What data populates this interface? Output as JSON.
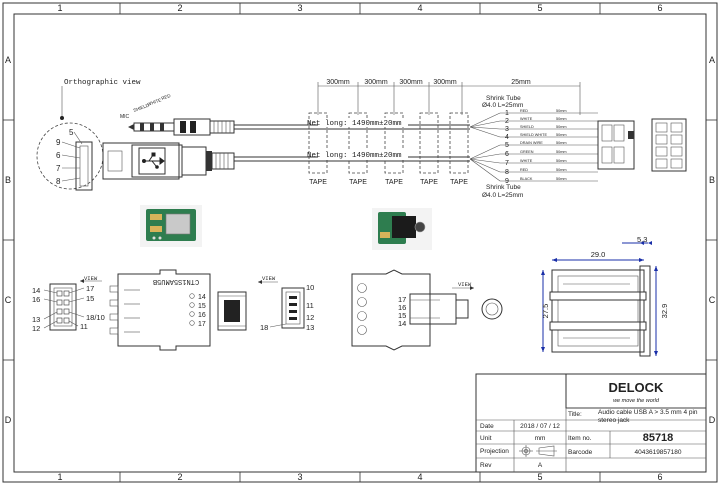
{
  "frame": {
    "col_labels": [
      "1",
      "2",
      "3",
      "4",
      "5",
      "6"
    ],
    "row_labels": [
      "A",
      "B",
      "C",
      "D"
    ]
  },
  "drawing": {
    "ortho_label": "Orthographic view",
    "usb_pins": [
      "5",
      "9",
      "6",
      "7",
      "8"
    ],
    "jack_labels": [
      "RED",
      "WHITE",
      "SHIELD",
      "MIC"
    ],
    "jack_side": "MIC",
    "net_long_1": "Net long: 1490mm±20mm",
    "net_long_2": "Net long: 1490mm±20mm",
    "dims_top": [
      "300mm",
      "300mm",
      "300mm",
      "300mm",
      "25mm"
    ],
    "tape_labels": [
      "TAPE",
      "TAPE",
      "TAPE",
      "TAPE",
      "TAPE"
    ],
    "shrink_top": [
      "Shrink Tube",
      "Ø4.0 L=25mm"
    ],
    "shrink_bottom": [
      "Shrink Tube",
      "Ø4.0 L=25mm"
    ],
    "wires_top": [
      {
        "num": "1",
        "color": "RED",
        "len": "50mm"
      },
      {
        "num": "2",
        "color": "WHITE",
        "len": "50mm"
      },
      {
        "num": "3",
        "color": "SHIELD",
        "len": "50mm"
      },
      {
        "num": "4",
        "color": "SHIELD WHITE",
        "len": "50mm"
      }
    ],
    "wires_bottom": [
      {
        "num": "5",
        "color": "DRAIN WIRE",
        "len": "50mm"
      },
      {
        "num": "6",
        "color": "GREEN",
        "len": "50mm"
      },
      {
        "num": "7",
        "color": "WHITE",
        "len": "50mm"
      },
      {
        "num": "8",
        "color": "RED",
        "len": "50mm"
      },
      {
        "num": "9",
        "color": "BLACK",
        "len": "50mm"
      }
    ],
    "conn_left_view": "VIEW",
    "conn_left_pins_l": [
      "14",
      "16",
      "13",
      "12"
    ],
    "conn_left_pins_r": [
      "17",
      "15",
      "18/10",
      "11"
    ],
    "pcb_text": "CTN1S5AMU5B",
    "pcb_pins": [
      "14",
      "15",
      "16",
      "17"
    ],
    "usbside_view": "VIEW",
    "usbside_pins_r": [
      "10",
      "11",
      "12",
      "13"
    ],
    "usbside_pin_l": "18",
    "jack_view": "VIEW",
    "jack_pins": [
      "17",
      "16",
      "15",
      "14"
    ],
    "dim_29": "29.0",
    "dim_53": "5.3",
    "dim_275": "27.5",
    "dim_329": "32.9"
  },
  "title_block": {
    "brand": "DELOCK",
    "tagline": "we move the world",
    "title_label": "Title:",
    "title_value": "Audio cable USB A > 3.5 mm 4 pin stereo jack",
    "date_label": "Date",
    "date_value": "2018 / 07 / 12",
    "unit_label": "Unit",
    "unit_value": "mm",
    "item_label": "Item no.",
    "item_value": "85718",
    "projection_label": "Projection",
    "barcode_label": "Barcode",
    "barcode_value": "4043619857180",
    "rev_label": "Rev",
    "rev_value": "A"
  },
  "colors": {
    "dim_blue": "#1a2fa8",
    "pcb_green": "#2e7d4f",
    "brand_red": "#c8202a"
  }
}
